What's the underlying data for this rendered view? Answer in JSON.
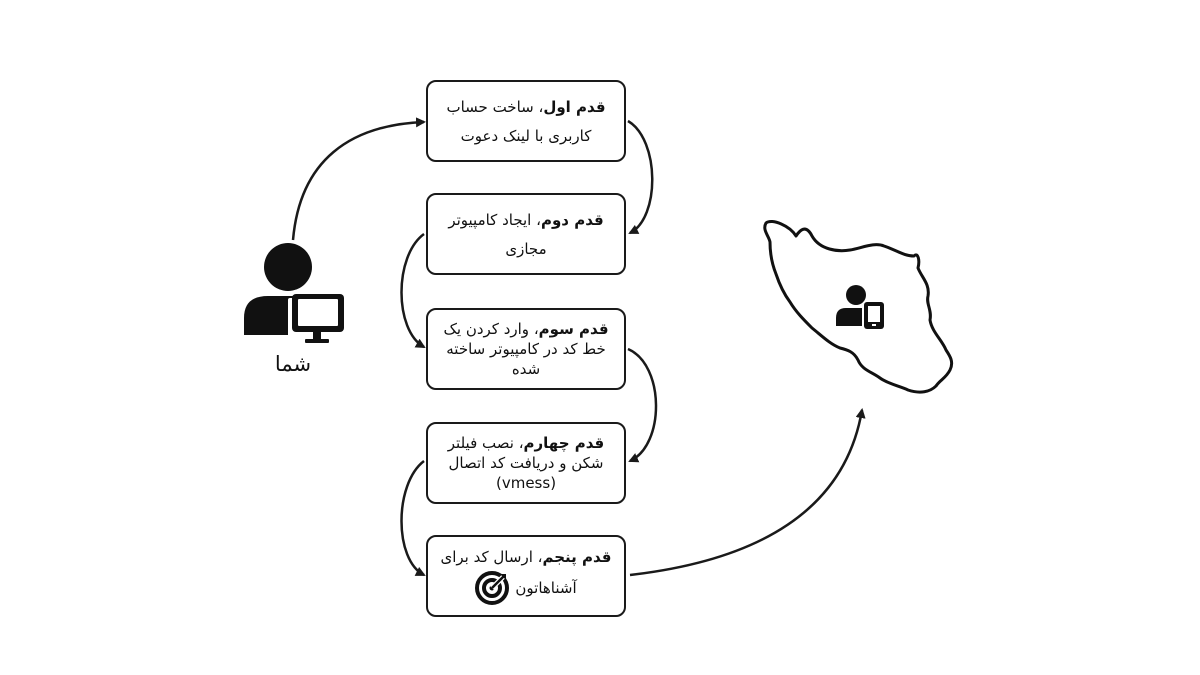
{
  "user": {
    "label": "شما"
  },
  "steps": [
    {
      "bold": "قدم اول",
      "lines": [
        "، ساخت حساب",
        "کاربری با لینک دعوت"
      ]
    },
    {
      "bold": "قدم دوم",
      "lines": [
        "، ایجاد کامپیوتر",
        "مجازی"
      ]
    },
    {
      "bold": "قدم سوم",
      "lines": [
        "، وارد کردن یک",
        "خط کد در کامپیوتر ساخته",
        "شده"
      ]
    },
    {
      "bold": "قدم چهارم",
      "lines": [
        "، نصب فیلتر",
        "شکن و دریافت کد اتصال",
        "(vmess)"
      ]
    },
    {
      "bold": "قدم پنجم",
      "lines": [
        "، ارسال کد برای",
        "آشناهاتون"
      ]
    }
  ],
  "icons": {
    "user": "user-computer-icon",
    "destination": "iran-map-icon",
    "target": "person-phone-icon",
    "brand": "target-logo-icon"
  },
  "colors": {
    "stroke": "#1a1a1a",
    "background": "#ffffff"
  }
}
